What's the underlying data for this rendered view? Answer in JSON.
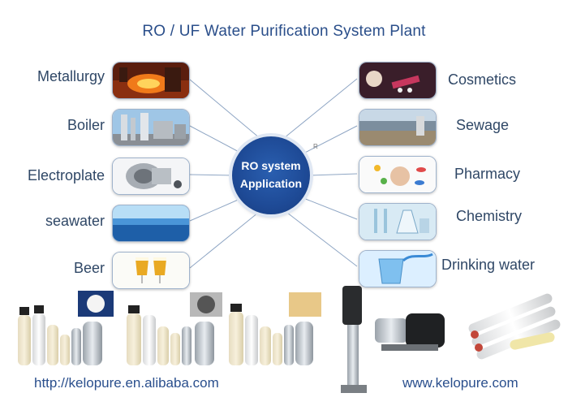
{
  "title": "RO / UF Water Purification System Plant",
  "hub": {
    "line1": "RO system",
    "line2": "Application",
    "reg": "R"
  },
  "left_apps": [
    {
      "label": "Metallurgy"
    },
    {
      "label": "Boiler"
    },
    {
      "label": "Electroplate"
    },
    {
      "label": "seawater"
    },
    {
      "label": "Beer"
    }
  ],
  "right_apps": [
    {
      "label": "Cosmetics"
    },
    {
      "label": "Sewage"
    },
    {
      "label": "Pharmacy"
    },
    {
      "label": "Chemistry"
    },
    {
      "label": "Drinking water"
    }
  ],
  "footer": {
    "url_left": "http://kelopure.en.alibaba.com",
    "url_right": "www.kelopure.com"
  }
}
